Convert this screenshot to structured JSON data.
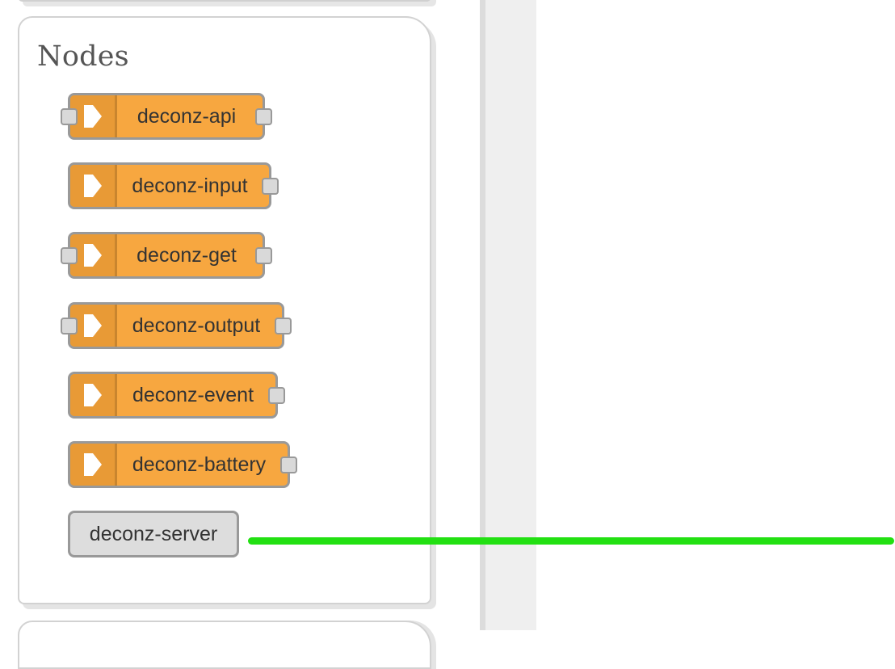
{
  "palette": {
    "title": "Nodes",
    "nodes": [
      {
        "label": "deconz-api",
        "has_input": true,
        "has_output": true,
        "color": "#f7a740",
        "icon": "arrow-right-icon"
      },
      {
        "label": "deconz-input",
        "has_input": false,
        "has_output": true,
        "color": "#f7a740",
        "icon": "arrow-right-icon"
      },
      {
        "label": "deconz-get",
        "has_input": true,
        "has_output": true,
        "color": "#f7a740",
        "icon": "arrow-right-icon"
      },
      {
        "label": "deconz-output",
        "has_input": true,
        "has_output": true,
        "color": "#f7a740",
        "icon": "arrow-right-icon"
      },
      {
        "label": "deconz-event",
        "has_input": false,
        "has_output": true,
        "color": "#f7a740",
        "icon": "arrow-right-icon"
      },
      {
        "label": "deconz-battery",
        "has_input": false,
        "has_output": true,
        "color": "#f7a740",
        "icon": "arrow-right-icon"
      }
    ],
    "config_node": {
      "label": "deconz-server",
      "color": "#dddddd"
    }
  },
  "annotation": {
    "color": "#22e012"
  }
}
